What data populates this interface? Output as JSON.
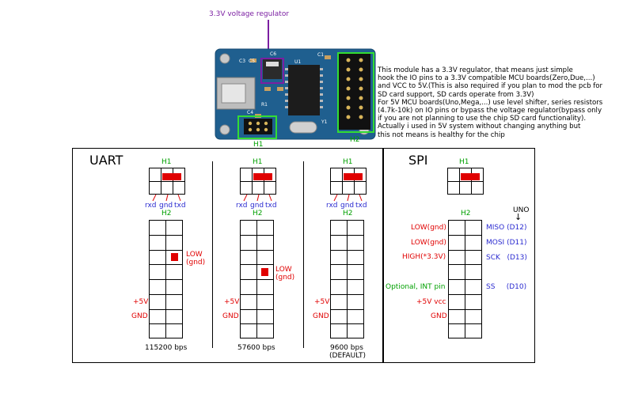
{
  "regulator_label": "3.3V voltage regulator",
  "board_labels": {
    "h1": "H1",
    "h2": "H2",
    "c6": "C6",
    "u1": "U1",
    "c1": "C1",
    "c3": "C3",
    "c5": "C5",
    "r1": "R1",
    "c4": "C4",
    "y1": "Y1"
  },
  "description_lines": [
    "This module has a 3.3V regulator, that means just simple",
    "hook the IO pins to a 3.3V compatible MCU boards(Zero,Due,...)",
    "and VCC to 5V.(This is also required if you plan to mod the pcb for",
    "SD card support, SD cards operate from 3.3V)",
    "For 5V MCU boards(Uno,Mega,...) use level shifter, series resistors",
    "(4.7k-10k) on IO pins or bypass the voltage regulator(bypass only",
    "if you are not planning to use the chip SD card functionality).",
    "Actually i used in 5V system without changing anything but",
    "this not means is healthy for the chip"
  ],
  "uart": {
    "title": "UART",
    "h1_label": "H1",
    "h2_label": "H2",
    "pins": [
      "rxd",
      "gnd",
      "txd"
    ],
    "plus5v": "+5V",
    "gnd": "GND",
    "low_line1": "LOW",
    "low_line2": "(gnd)",
    "configs": [
      {
        "baud": "115200 bps",
        "note": ""
      },
      {
        "baud": "57600 bps",
        "note": ""
      },
      {
        "baud": "9600 bps",
        "note": "(DEFAULT)"
      }
    ]
  },
  "spi": {
    "title": "SPI",
    "h1_label": "H1",
    "h2_label": "H2",
    "uno_label": "UNO",
    "uno_arrow": "↓",
    "rows": [
      {
        "left": "LOW(gnd)",
        "right": "MISO (D12)"
      },
      {
        "left": "LOW(gnd)",
        "right": "MOSI (D11)"
      },
      {
        "left": "HIGH(*3.3V)",
        "right": "SCK   (D13)"
      },
      {
        "left": "Optional, INT pin",
        "right": "SS     (D10)"
      },
      {
        "left": "+5V vcc",
        "right": ""
      },
      {
        "left": "GND",
        "right": ""
      }
    ]
  },
  "colors": {
    "red": "#e00000",
    "green": "#00a000",
    "blue": "#2a2ad0",
    "purple": "#7b1fa2",
    "pcb": "#1f5f8f"
  }
}
